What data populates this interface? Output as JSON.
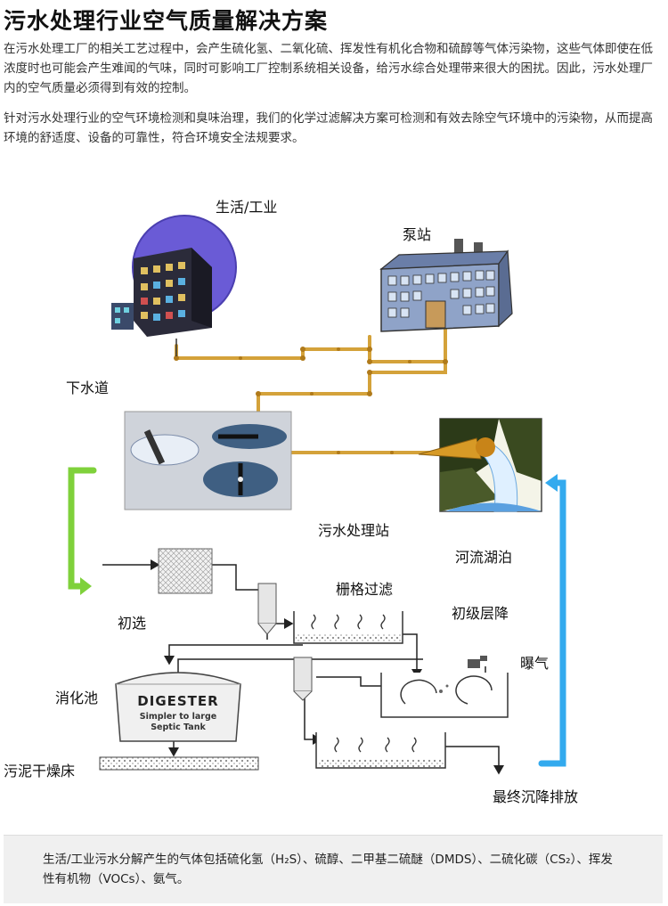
{
  "title": "污水处理行业空气质量解决方案",
  "paragraphs": [
    "在污水处理工厂的相关工艺过程中，会产生硫化氢、二氧化硫、挥发性有机化合物和硫醇等气体污染物，这些气体即使在低浓度时也可能会产生难闻的气味，同时可影响工厂控制系统相关设备，给污水综合处理带来很大的困扰。因此，污水处理厂内的空气质量必须得到有效的控制。",
    "针对污水处理行业的空气环境检测和臭味治理，我们的化学过滤解决方案可检测和有效去除空气环境中的污染物，从而提高环境的舒适度、设备的可靠性，符合环境安全法规要求。"
  ],
  "diagram": {
    "labels": {
      "domestic_industry": "生活/工业",
      "pump_station": "泵站",
      "sewer": "下水道",
      "treatment_plant": "污水处理站",
      "rivers_lakes": "河流湖泊",
      "screening": "栅格过滤",
      "preliminary": "初选",
      "primary_settling": "初级层降",
      "aeration": "曝气",
      "digester": "消化池",
      "sludge_bed": "污泥干燥床",
      "final_discharge": "最终沉降排放"
    },
    "digester_tank": {
      "title": "DIGESTER",
      "subtitle": "Simpler to large Septic Tank"
    },
    "colors": {
      "pipe": "#d4a23a",
      "green_arrow": "#7fd13b",
      "blue_arrow": "#33aaee",
      "plant_panel": "#cfd3da"
    }
  },
  "footer": "生活/工业污水分解产生的气体包括硫化氢（H₂S）、硫醇、二甲基二硫醚（DMDS）、二硫化碳（CS₂）、挥发性有机物（VOCs）、氨气。"
}
